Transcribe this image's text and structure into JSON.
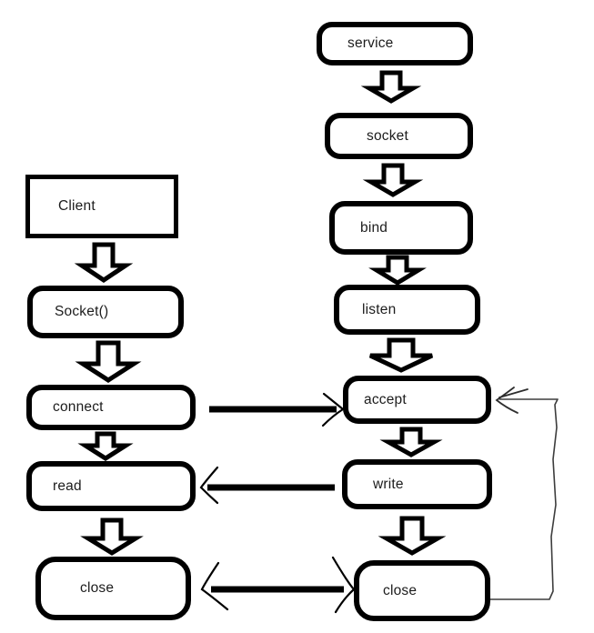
{
  "diagram": {
    "client_flow": {
      "nodes": [
        {
          "id": "client",
          "label": "Client",
          "shape": "rectangle"
        },
        {
          "id": "socket-call",
          "label": "Socket()",
          "shape": "rounded"
        },
        {
          "id": "connect",
          "label": "connect",
          "shape": "rounded"
        },
        {
          "id": "read",
          "label": "read",
          "shape": "rounded"
        },
        {
          "id": "close-client",
          "label": "close",
          "shape": "rounded"
        }
      ]
    },
    "server_flow": {
      "nodes": [
        {
          "id": "service",
          "label": "service",
          "shape": "rounded"
        },
        {
          "id": "socket",
          "label": "socket",
          "shape": "rounded"
        },
        {
          "id": "bind",
          "label": "bind",
          "shape": "rounded"
        },
        {
          "id": "listen",
          "label": "listen",
          "shape": "rounded"
        },
        {
          "id": "accept",
          "label": "accept",
          "shape": "rounded"
        },
        {
          "id": "write",
          "label": "write",
          "shape": "rounded"
        },
        {
          "id": "close-server",
          "label": "close",
          "shape": "rounded"
        }
      ]
    },
    "connections": [
      {
        "from": "connect",
        "to": "accept",
        "style": "thick-arrow",
        "direction": "right"
      },
      {
        "from": "write",
        "to": "read",
        "style": "thick-arrow",
        "direction": "left"
      },
      {
        "from": "close-client",
        "to": "close-server",
        "style": "thick-arrow",
        "direction": "both"
      },
      {
        "from": "close-server",
        "to": "accept",
        "style": "thin-loop-back",
        "direction": "left"
      }
    ],
    "colors": {
      "stroke": "#000000",
      "fill": "#ffffff",
      "text": "#1c1c1c",
      "thin_line": "#3d3d3d"
    }
  }
}
